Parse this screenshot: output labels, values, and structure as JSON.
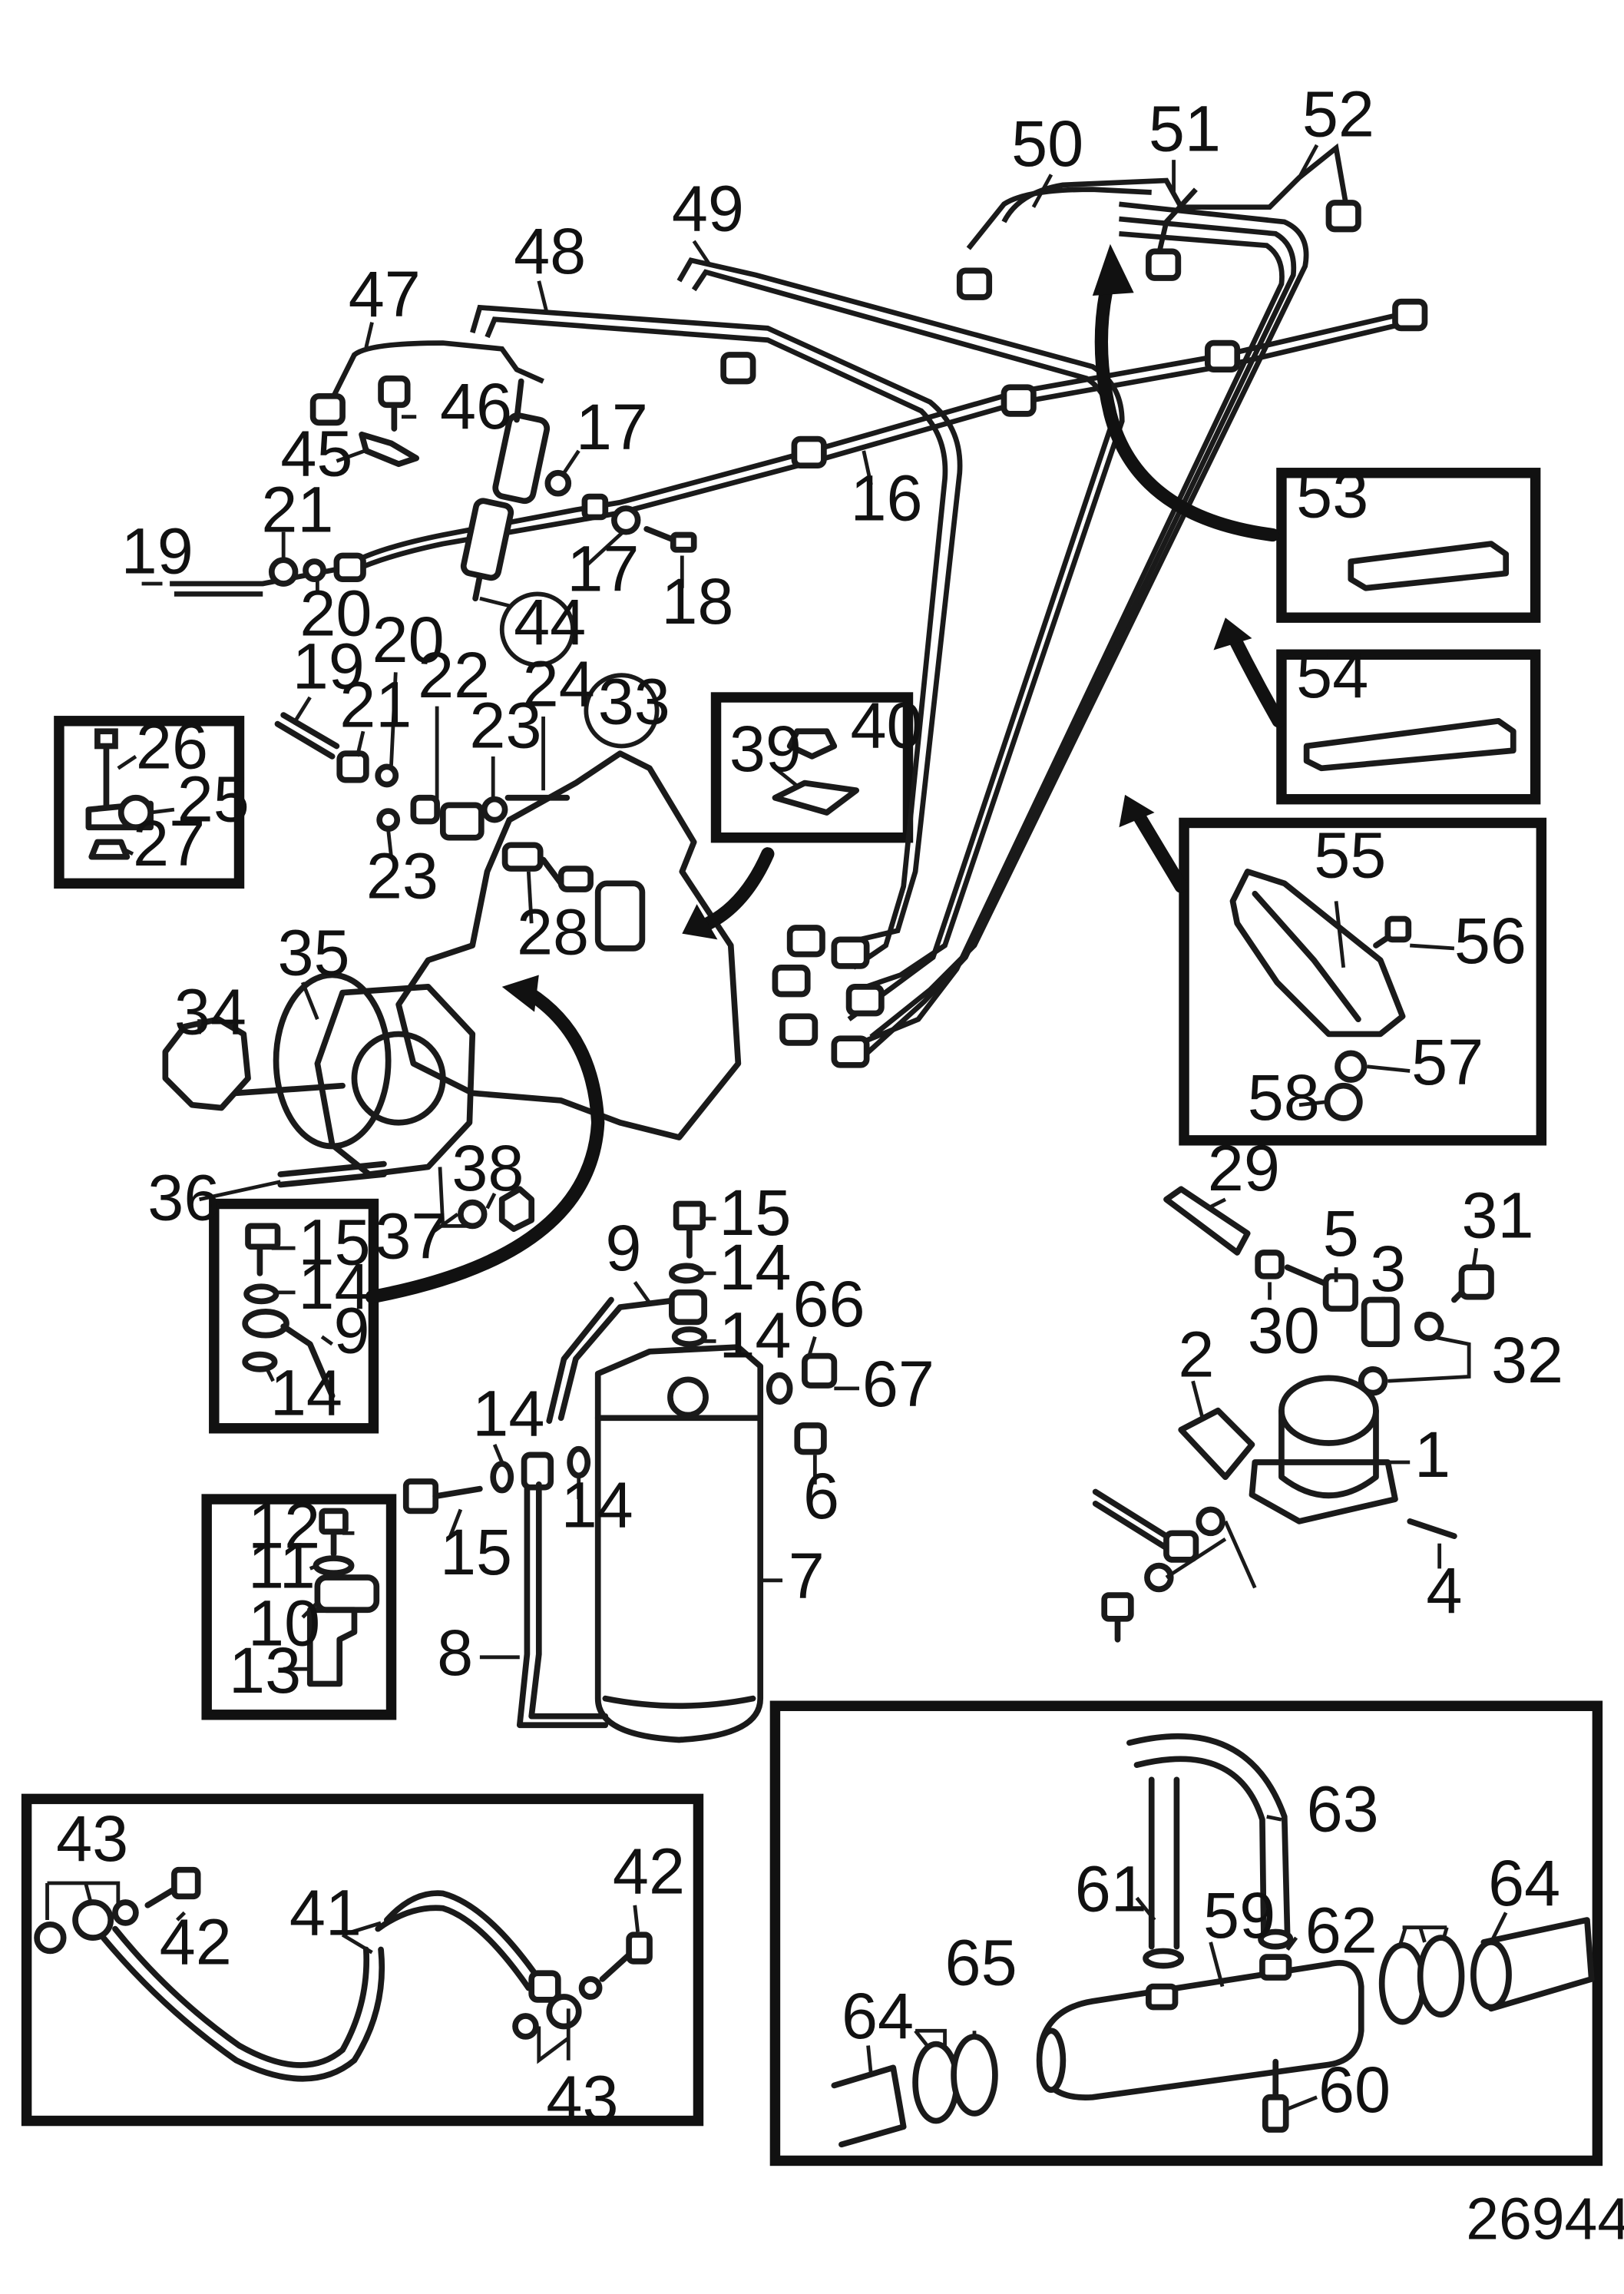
{
  "figure_number": "26944",
  "labels": [
    {
      "id": "l50",
      "text": "50"
    },
    {
      "id": "l51",
      "text": "51"
    },
    {
      "id": "l52",
      "text": "52"
    },
    {
      "id": "l49",
      "text": "49"
    },
    {
      "id": "l48",
      "text": "48"
    },
    {
      "id": "l47",
      "text": "47"
    },
    {
      "id": "l46",
      "text": "46"
    },
    {
      "id": "l45",
      "text": "45"
    },
    {
      "id": "l17a",
      "text": "17"
    },
    {
      "id": "l16",
      "text": "16"
    },
    {
      "id": "l21a",
      "text": "21"
    },
    {
      "id": "l19a",
      "text": "19"
    },
    {
      "id": "l20a",
      "text": "20"
    },
    {
      "id": "l17b",
      "text": "17"
    },
    {
      "id": "l18",
      "text": "18"
    },
    {
      "id": "l44",
      "text": "44"
    },
    {
      "id": "l53",
      "text": "53"
    },
    {
      "id": "l54",
      "text": "54"
    },
    {
      "id": "l20b",
      "text": "20"
    },
    {
      "id": "l19b",
      "text": "19"
    },
    {
      "id": "l21b",
      "text": "21"
    },
    {
      "id": "l22",
      "text": "22"
    },
    {
      "id": "l23a",
      "text": "23"
    },
    {
      "id": "l24",
      "text": "24"
    },
    {
      "id": "l33",
      "text": "33"
    },
    {
      "id": "l40",
      "text": "40"
    },
    {
      "id": "l39",
      "text": "39"
    },
    {
      "id": "l26",
      "text": "26"
    },
    {
      "id": "l25",
      "text": "25"
    },
    {
      "id": "l27",
      "text": "27"
    },
    {
      "id": "l23b",
      "text": "23"
    },
    {
      "id": "l28",
      "text": "28"
    },
    {
      "id": "l55",
      "text": "55"
    },
    {
      "id": "l56",
      "text": "56"
    },
    {
      "id": "l57",
      "text": "57"
    },
    {
      "id": "l58",
      "text": "58"
    },
    {
      "id": "l35",
      "text": "35"
    },
    {
      "id": "l34",
      "text": "34"
    },
    {
      "id": "l36",
      "text": "36"
    },
    {
      "id": "l38",
      "text": "38"
    },
    {
      "id": "l37",
      "text": "37"
    },
    {
      "id": "l15a",
      "text": "15"
    },
    {
      "id": "l14a",
      "text": "14"
    },
    {
      "id": "l9a",
      "text": "9"
    },
    {
      "id": "l14b",
      "text": "14"
    },
    {
      "id": "l15b",
      "text": "15"
    },
    {
      "id": "l14c",
      "text": "14"
    },
    {
      "id": "l9b",
      "text": "9"
    },
    {
      "id": "l14d",
      "text": "14"
    },
    {
      "id": "l66",
      "text": "66"
    },
    {
      "id": "l67",
      "text": "67"
    },
    {
      "id": "l14e",
      "text": "14"
    },
    {
      "id": "l14f",
      "text": "14"
    },
    {
      "id": "l6",
      "text": "6"
    },
    {
      "id": "l15c",
      "text": "15"
    },
    {
      "id": "l7",
      "text": "7"
    },
    {
      "id": "l8",
      "text": "8"
    },
    {
      "id": "l12",
      "text": "12"
    },
    {
      "id": "l11",
      "text": "11"
    },
    {
      "id": "l10",
      "text": "10"
    },
    {
      "id": "l13",
      "text": "13"
    },
    {
      "id": "l29",
      "text": "29"
    },
    {
      "id": "l5",
      "text": "5"
    },
    {
      "id": "l31",
      "text": "31"
    },
    {
      "id": "l3",
      "text": "3"
    },
    {
      "id": "l30",
      "text": "30"
    },
    {
      "id": "l32",
      "text": "32"
    },
    {
      "id": "l2",
      "text": "2"
    },
    {
      "id": "l1",
      "text": "1"
    },
    {
      "id": "l4",
      "text": "4"
    },
    {
      "id": "l43a",
      "text": "43"
    },
    {
      "id": "l42a",
      "text": "42"
    },
    {
      "id": "l41",
      "text": "41"
    },
    {
      "id": "l42b",
      "text": "42"
    },
    {
      "id": "l43b",
      "text": "43"
    },
    {
      "id": "l63",
      "text": "63"
    },
    {
      "id": "l61",
      "text": "61"
    },
    {
      "id": "l59",
      "text": "59"
    },
    {
      "id": "l62",
      "text": "62"
    },
    {
      "id": "l64a",
      "text": "64"
    },
    {
      "id": "l65",
      "text": "65"
    },
    {
      "id": "l64b",
      "text": "64"
    },
    {
      "id": "l60",
      "text": "60"
    }
  ]
}
